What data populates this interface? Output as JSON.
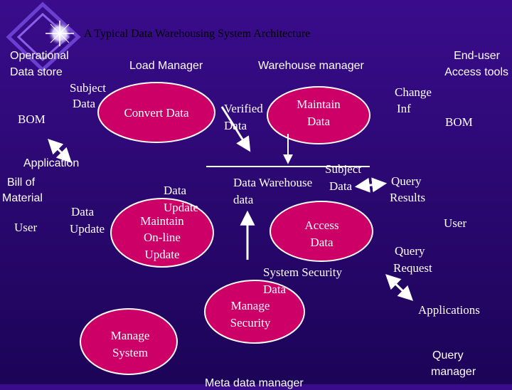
{
  "title": "A Typical Data Warehousing System Architecture",
  "colors": {
    "background": "#2a0870",
    "oval_fill": "#cc0066",
    "line": "#ffffff",
    "title_text": "#000000"
  },
  "labels": {
    "operational_line1": "Operational",
    "operational_line2": "Data store",
    "load_manager": "Load Manager",
    "warehouse_manager": "Warehouse manager",
    "end_user_line1": "End-user",
    "end_user_line2": "Access tools",
    "subject_data_line1": "Subject",
    "subject_data_line2": "Data",
    "bom_left": "BOM",
    "bom_right": "BOM",
    "convert_data": "Convert Data",
    "verified_line1": "Verified",
    "verified_line2": "Data",
    "maintain_data_line1": "Maintain",
    "maintain_data_line2": "Data",
    "change_line1": "Change",
    "change_line2": "Inf",
    "application": "Application",
    "bill_line1": "Bill of",
    "bill_line2": "Material",
    "user_left": "User",
    "data_update_left_line1": "Data",
    "data_update_left_line2": "Update",
    "data_update_mid_line1": "Data",
    "data_update_mid_line2": "Update",
    "maintain_online_line1": "Maintain",
    "maintain_online_line2": "On-line",
    "maintain_online_line3": "Update",
    "subject_right_line1": "Subject",
    "subject_right_line2": "Data",
    "data_warehouse_line1": "Data Warehouse",
    "data_warehouse_line2": "data",
    "query_results_line1": "Query",
    "query_results_line2": "Results",
    "user_right": "User",
    "access_data_line1": "Access",
    "access_data_line2": "Data",
    "query_request_line1": "Query",
    "query_request_line2": "Request",
    "system_security_line1": "System Security",
    "system_security_line2": "Data",
    "manage_security_line1": "Manage",
    "manage_security_line2": "Security",
    "applications": "Applications",
    "manage_system_line1": "Manage",
    "manage_system_line2": "System",
    "query_manager_line1": "Query",
    "query_manager_line2": "manager",
    "meta_data_manager": "Meta data manager"
  }
}
